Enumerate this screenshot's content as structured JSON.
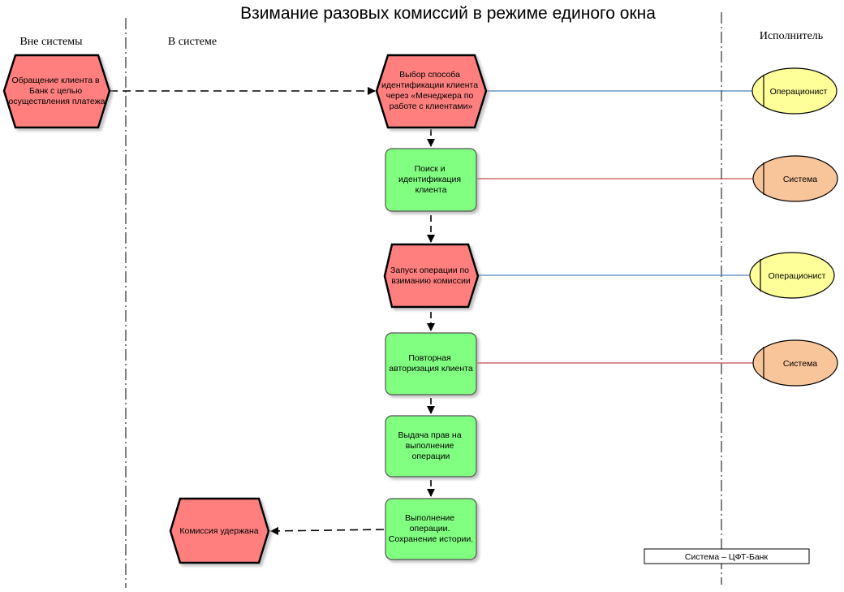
{
  "title": "Взимание разовых комиссий в режиме единого окна",
  "lanes": {
    "outside": "Вне системы",
    "inside": "В системе",
    "executor": "Исполнитель"
  },
  "nodes": [
    {
      "id": "n1",
      "kind": "event",
      "lines": [
        "Обращение клиента в",
        "Банк с целью",
        "осуществления платежа"
      ]
    },
    {
      "id": "n2",
      "kind": "event",
      "lines": [
        "Выбор способа",
        "идентификации клиента",
        "через «Менеджера по",
        "работе с клиентами»"
      ]
    },
    {
      "id": "n3",
      "kind": "function",
      "lines": [
        "Поиск и",
        "идентификация",
        "клиента"
      ]
    },
    {
      "id": "n4",
      "kind": "event",
      "lines": [
        "Запуск операции по",
        "взиманию комиссии"
      ]
    },
    {
      "id": "n5",
      "kind": "function",
      "lines": [
        "Повторная",
        "авторизация клиента"
      ]
    },
    {
      "id": "n6",
      "kind": "function",
      "lines": [
        "Выдача прав на",
        "выполнение",
        "операции"
      ]
    },
    {
      "id": "n7",
      "kind": "function",
      "lines": [
        "Выполнение",
        "операции.",
        "Сохранение истории."
      ]
    },
    {
      "id": "n8",
      "kind": "event",
      "lines": [
        "Комиссия удержана"
      ]
    }
  ],
  "roles": [
    {
      "id": "r1",
      "label": "Операционист",
      "kind": "person"
    },
    {
      "id": "r2",
      "label": "Система",
      "kind": "system"
    },
    {
      "id": "r3",
      "label": "Операционист",
      "kind": "person"
    },
    {
      "id": "r4",
      "label": "Система",
      "kind": "system"
    }
  ],
  "legend": "Система – ЦФТ-Банк",
  "colors": {
    "event_fill": "#ff7f7f",
    "function_fill": "#80ff80",
    "person_fill": "#ffff99",
    "system_fill": "#f8c49a",
    "person_link": "#4f81bd",
    "system_link": "#c0504d",
    "flow": "#000000",
    "divider": "#000000"
  }
}
